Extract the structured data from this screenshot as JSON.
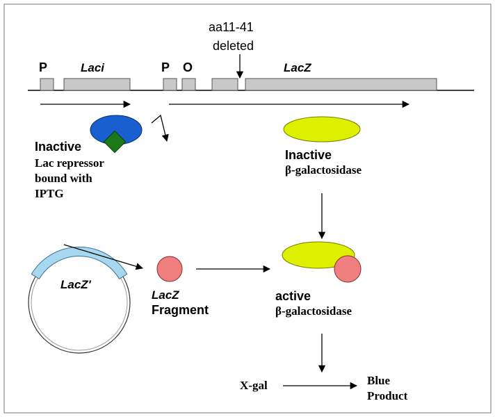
{
  "genome": {
    "promoter1": "P",
    "laci": "Laci",
    "promoter2": "P",
    "operator": "O",
    "lacz": "LacZ",
    "deletion_line1": "aa11-41",
    "deletion_line2": "deleted"
  },
  "repressor": {
    "state": "Inactive",
    "line1": "Lac repressor",
    "line2": "bound with",
    "line3": "IPTG",
    "colors": {
      "repressor": "#1a5fd0",
      "iptg": "#1a7a1a"
    }
  },
  "enzyme_inactive": {
    "state": "Inactive",
    "name": "β-galactosidase",
    "color": "#ddf000"
  },
  "plasmid": {
    "insert_label": "LacZ'",
    "insert_color": "#a8d8f0"
  },
  "fragment": {
    "name_line1": "LacZ",
    "name_line2": "Fragment",
    "color": "#f08080"
  },
  "enzyme_active": {
    "state": "active",
    "name": "β-galactosidase"
  },
  "reaction": {
    "substrate": "X-gal",
    "product_line1": "Blue",
    "product_line2": "Product"
  }
}
